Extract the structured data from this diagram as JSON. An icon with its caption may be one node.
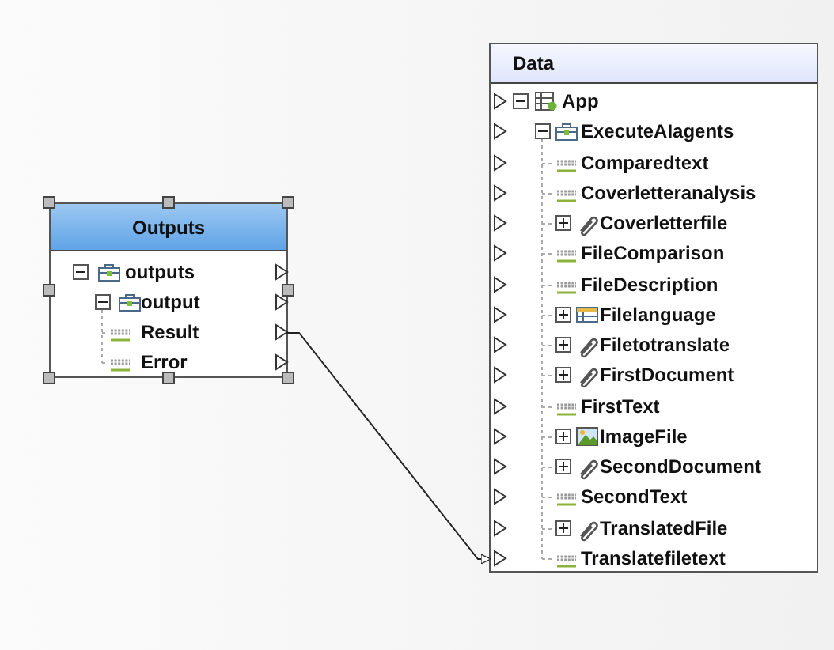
{
  "diagram": {
    "nodes": [
      {
        "text": [
          "Outputs"
        ]
      },
      {
        "text": [
          "outputs"
        ],
        "in": 0
      },
      {
        "text": [
          "output"
        ],
        "in": 0
      },
      {
        "text": [
          "Result"
        ],
        "in": 0
      },
      {
        "text": [
          "Error"
        ],
        "in": 0
      },
      {
        "text": [
          "Data"
        ]
      },
      {
        "text": [
          "App"
        ],
        "in": 5
      },
      {
        "text": [
          "ExecuteAIagents"
        ],
        "in": 5
      },
      {
        "text": [
          "Comparedtext"
        ],
        "in": 5
      },
      {
        "text": [
          "Coverletteranalysis"
        ],
        "in": 5
      },
      {
        "text": [
          "Coverletterfile"
        ],
        "in": 5
      },
      {
        "text": [
          "FileComparison"
        ],
        "in": 5
      },
      {
        "text": [
          "FileDescription"
        ],
        "in": 5
      },
      {
        "text": [
          "Filelanguage"
        ],
        "in": 5
      },
      {
        "text": [
          "Filetotranslate"
        ],
        "in": 5
      },
      {
        "text": [
          "FirstDocument"
        ],
        "in": 5
      },
      {
        "text": [
          "FirstText"
        ],
        "in": 5
      },
      {
        "text": [
          "ImageFile"
        ],
        "in": 5
      },
      {
        "text": [
          "SecondDocument"
        ],
        "in": 5
      },
      {
        "text": [
          "SecondText"
        ],
        "in": 5
      },
      {
        "text": [
          "TranslatedFile"
        ],
        "in": 5
      },
      {
        "text": [
          "Translatefiletext"
        ],
        "in": 5
      }
    ],
    "edges": [
      {
        "from": 2,
        "to": 3,
        "arrow": "none",
        "style": "dashed"
      },
      {
        "from": 2,
        "to": 4,
        "arrow": "none",
        "style": "dashed"
      },
      {
        "from": 7,
        "to": 8,
        "arrow": "none",
        "style": "dashed"
      },
      {
        "from": 7,
        "to": 9,
        "arrow": "none",
        "style": "dashed"
      },
      {
        "from": 7,
        "to": 10,
        "arrow": "none",
        "style": "dashed"
      },
      {
        "from": 7,
        "to": 11,
        "arrow": "none",
        "style": "dashed"
      },
      {
        "from": 7,
        "to": 12,
        "arrow": "none",
        "style": "dashed"
      },
      {
        "from": 7,
        "to": 13,
        "arrow": "none",
        "style": "dashed"
      },
      {
        "from": 7,
        "to": 14,
        "arrow": "none",
        "style": "dashed"
      },
      {
        "from": 7,
        "to": 15,
        "arrow": "none",
        "style": "dashed"
      },
      {
        "from": 7,
        "to": 16,
        "arrow": "none",
        "style": "dashed"
      },
      {
        "from": 7,
        "to": 17,
        "arrow": "none",
        "style": "dashed"
      },
      {
        "from": 7,
        "to": 18,
        "arrow": "none",
        "style": "dashed"
      },
      {
        "from": 7,
        "to": 19,
        "arrow": "none",
        "style": "dashed"
      },
      {
        "from": 7,
        "to": 20,
        "arrow": "none",
        "style": "dashed"
      },
      {
        "from": 7,
        "to": 21,
        "arrow": "none",
        "style": "dashed"
      },
      {
        "from": 3,
        "to": 21,
        "arrow": "to",
        "color": "#222222"
      }
    ]
  }
}
